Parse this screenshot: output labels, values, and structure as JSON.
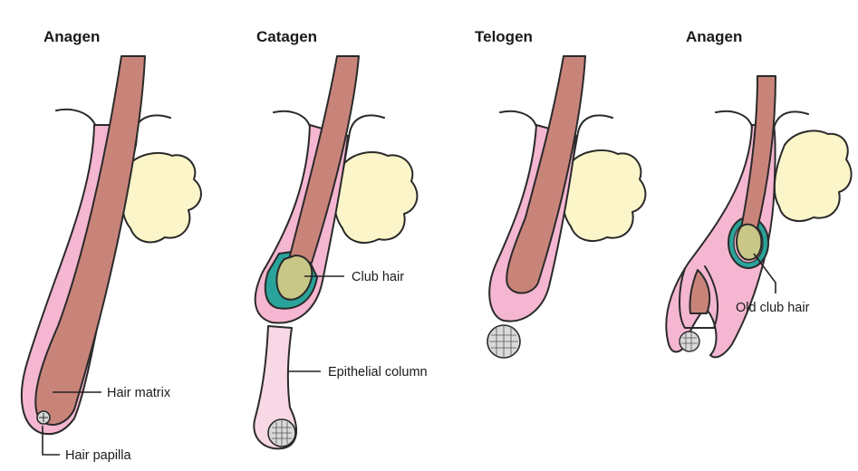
{
  "stages": [
    {
      "title": "Anagen"
    },
    {
      "title": "Catagen"
    },
    {
      "title": "Telogen"
    },
    {
      "title": "Anagen"
    }
  ],
  "labels": {
    "hair_matrix": "Hair matrix",
    "hair_papilla": "Hair papilla",
    "club_hair": "Club hair",
    "epithelial_column": "Epithelial column",
    "old_club_hair": "Old club hair"
  },
  "colors": {
    "follicle_pink": "#f4b6d0",
    "hair_shaft": "#c9847a",
    "sebaceous_gland": "#fbf5c9",
    "club_hair": "#c9c787",
    "sheath_teal": "#2aa39a",
    "epithelial_column": "#f9d8e6",
    "papilla_grey": "#d9d9d9"
  }
}
